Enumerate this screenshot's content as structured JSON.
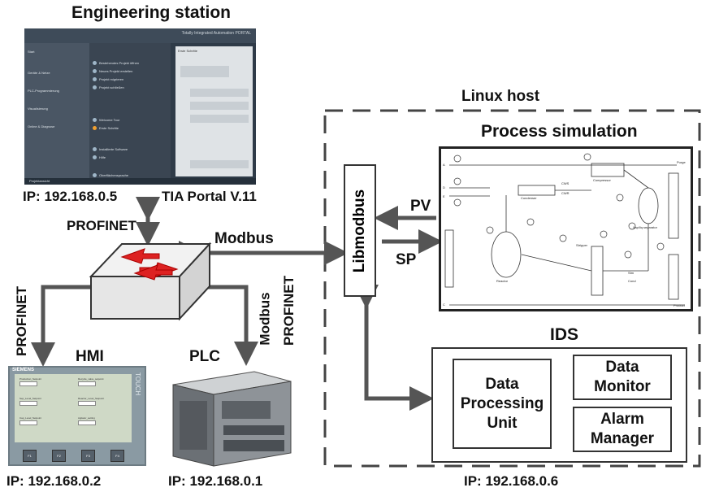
{
  "title": "Engineering station",
  "eng_ip": "IP: 192.168.0.5",
  "tia_version": "TIA Portal V.11",
  "profinet_top": "PROFINET",
  "modbus_center": "Modbus",
  "profinet_hmi": "PROFINET",
  "modbus_plc": "Modbus",
  "profinet_plc": "PROFINET",
  "hmi_label": "HMI",
  "plc_label": "PLC",
  "hmi_ip": "IP: 192.168.0.2",
  "plc_ip": "IP: 192.168.0.1",
  "linux_host": "Linux host",
  "process_sim": "Process simulation",
  "libmodbus": "Libmodbus",
  "pv": "PV",
  "sp": "SP",
  "ids": "IDS",
  "data_processing": "Data\nProcessing\nUnit",
  "data_monitor": "Data\nMonitor",
  "alarm_manager": "Alarm\nManager",
  "host_ip": "IP: 192.168.0.6",
  "tia_screen": {
    "header": "Totally Integrated Automation PORTAL",
    "menu": [
      "Start",
      "Geräte & Netze",
      "PLC-Programmierung",
      "Visualisierung",
      "Online & Diagnose"
    ],
    "actions": [
      "Bestehendes Projekt öffnen",
      "Neues Projekt erstellen",
      "Projekt migrieren",
      "Projekt schließen",
      "Welcome Tour",
      "Erste Schritte",
      "Installierte Software",
      "Hilfe",
      "Oberflächensprache"
    ],
    "pane_title": "Erste Schritte",
    "footer": "Projektansicht"
  },
  "hmi_screen": {
    "brand": "SIEMENS",
    "side": "TOUCH",
    "fields": [
      "Production_Setpoint",
      "Recycle_valve_setpoint",
      "Sep_Level_Setpoint",
      "Reactor_Level_Setpoint",
      "Cap_Level_Setpoint",
      "Agitator_setting"
    ],
    "keys": [
      "F1",
      "F2",
      "F3",
      "F4"
    ]
  },
  "process_diagram": {
    "labels": [
      "Condenser",
      "Compressor",
      "Vap/liq separator",
      "Reactor",
      "Stripper",
      "Purge",
      "Product",
      "CWS",
      "CWR",
      "Stm",
      "Cond",
      "A",
      "D",
      "E",
      "C"
    ]
  }
}
